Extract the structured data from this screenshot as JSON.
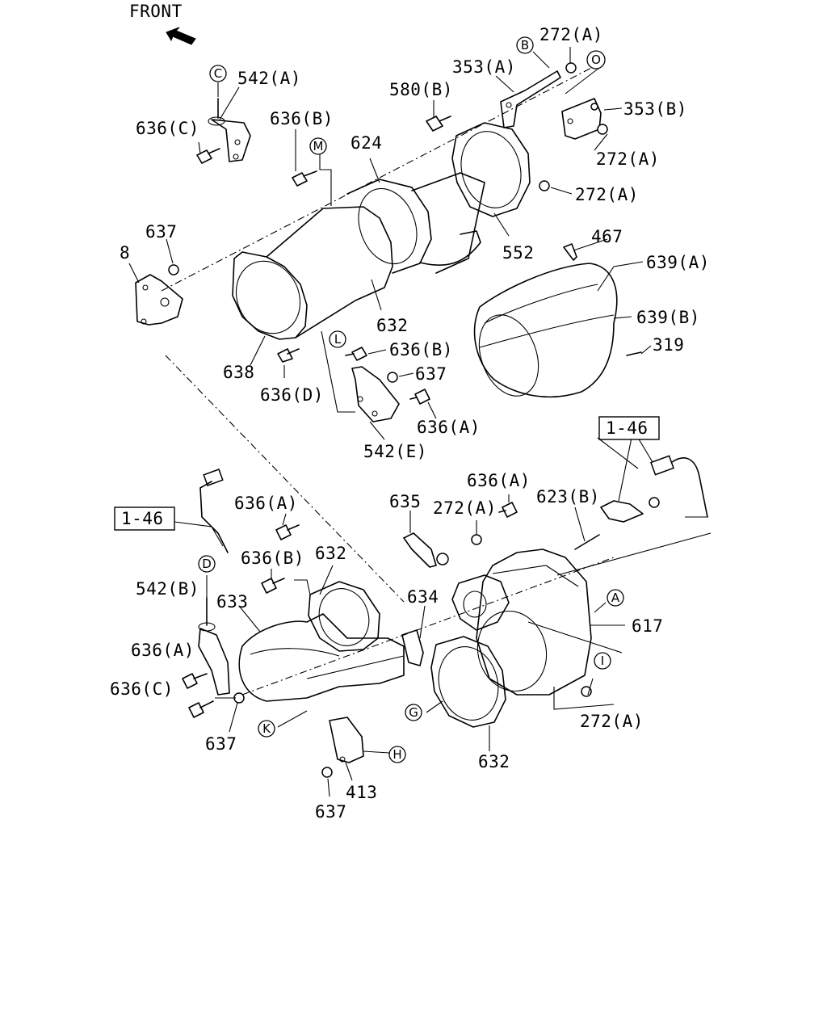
{
  "diagram": {
    "front_label": "FRONT",
    "labels": [
      {
        "id": "l1",
        "text": "542(A)"
      },
      {
        "id": "l2",
        "text": "636(C)"
      },
      {
        "id": "l3",
        "text": "636(B)"
      },
      {
        "id": "l4",
        "text": "580(B)"
      },
      {
        "id": "l5",
        "text": "353(A)"
      },
      {
        "id": "l6",
        "text": "272(A)"
      },
      {
        "id": "l7",
        "text": "353(B)"
      },
      {
        "id": "l8",
        "text": "272(A)"
      },
      {
        "id": "l9",
        "text": "272(A)"
      },
      {
        "id": "l10",
        "text": "624"
      },
      {
        "id": "l11",
        "text": "552"
      },
      {
        "id": "l12",
        "text": "467"
      },
      {
        "id": "l13",
        "text": "639(A)"
      },
      {
        "id": "l14",
        "text": "639(B)"
      },
      {
        "id": "l15",
        "text": "319"
      },
      {
        "id": "l16",
        "text": "637"
      },
      {
        "id": "l17",
        "text": "8"
      },
      {
        "id": "l18",
        "text": "632"
      },
      {
        "id": "l19",
        "text": "636(B)"
      },
      {
        "id": "l20",
        "text": "637"
      },
      {
        "id": "l21",
        "text": "638"
      },
      {
        "id": "l22",
        "text": "636(D)"
      },
      {
        "id": "l23",
        "text": "636(A)"
      },
      {
        "id": "l24",
        "text": "542(E)"
      },
      {
        "id": "l25",
        "text": "636(A)"
      },
      {
        "id": "l26",
        "text": "636(A)"
      },
      {
        "id": "l27",
        "text": "635"
      },
      {
        "id": "l28",
        "text": "272(A)"
      },
      {
        "id": "l29",
        "text": "623(B)"
      },
      {
        "id": "l30",
        "text": "636(B)"
      },
      {
        "id": "l31",
        "text": "632"
      },
      {
        "id": "l32",
        "text": "542(B)"
      },
      {
        "id": "l33",
        "text": "633"
      },
      {
        "id": "l34",
        "text": "634"
      },
      {
        "id": "l35",
        "text": "617"
      },
      {
        "id": "l36",
        "text": "636(A)"
      },
      {
        "id": "l37",
        "text": "636(C)"
      },
      {
        "id": "l38",
        "text": "637"
      },
      {
        "id": "l39",
        "text": "272(A)"
      },
      {
        "id": "l40",
        "text": "632"
      },
      {
        "id": "l41",
        "text": "413"
      },
      {
        "id": "l42",
        "text": "637"
      }
    ],
    "boxed_labels": [
      {
        "id": "b1",
        "text": "1-46"
      },
      {
        "id": "b2",
        "text": "1-46"
      }
    ],
    "circle_markers": [
      {
        "id": "c1",
        "text": "C"
      },
      {
        "id": "c2",
        "text": "B"
      },
      {
        "id": "c3",
        "text": "O"
      },
      {
        "id": "c4",
        "text": "M"
      },
      {
        "id": "c5",
        "text": "L"
      },
      {
        "id": "c6",
        "text": "D"
      },
      {
        "id": "c7",
        "text": "A"
      },
      {
        "id": "c8",
        "text": "I"
      },
      {
        "id": "c9",
        "text": "G"
      },
      {
        "id": "c10",
        "text": "K"
      },
      {
        "id": "c11",
        "text": "H"
      }
    ]
  }
}
